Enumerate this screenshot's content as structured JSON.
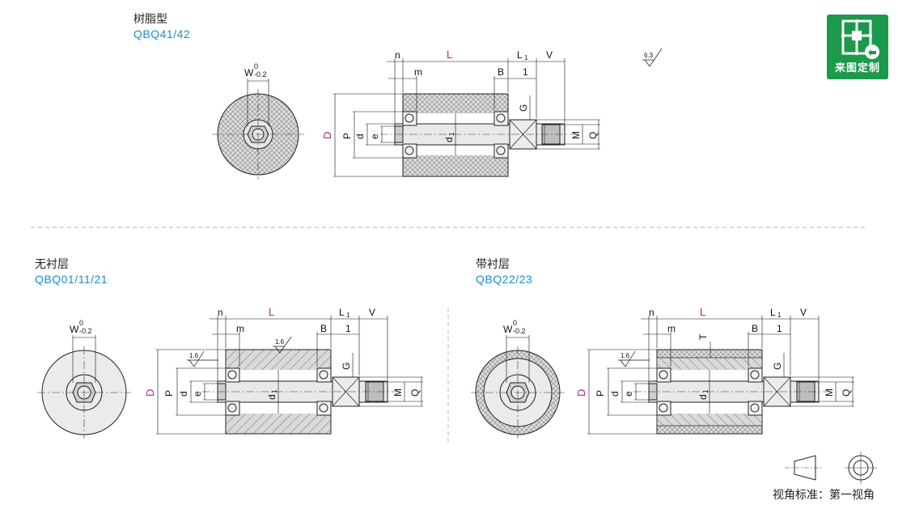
{
  "sections": {
    "resin": {
      "title": "树脂型",
      "code": "QBQ41/42"
    },
    "no_lining": {
      "title": "无衬层",
      "code": "QBQ01/11/21"
    },
    "lined": {
      "title": "带衬层",
      "code": "QBQ22/23"
    }
  },
  "dims": {
    "W": "W",
    "W_sup": "0",
    "W_sub": "-0.2",
    "n": "n",
    "L": "L",
    "L1": "L",
    "L1_sub": "1",
    "V": "V",
    "m": "m",
    "B": "B",
    "one": "1",
    "D": "D",
    "P": "P",
    "d": "d",
    "e": "e",
    "d1": "d",
    "d1_sub": "1",
    "G": "G",
    "M": "M",
    "Q": "Q",
    "T": "T"
  },
  "roughness": {
    "rough_63": "6.3",
    "rough_16": "1.6"
  },
  "badge": {
    "label": "来图定制"
  },
  "view_standard": {
    "label": "视角标准：第一视角"
  },
  "colors": {
    "accent_blue": "#1a8fc9",
    "dim_purple": "#9b2b8e",
    "badge_green": "#1a9a4a"
  }
}
